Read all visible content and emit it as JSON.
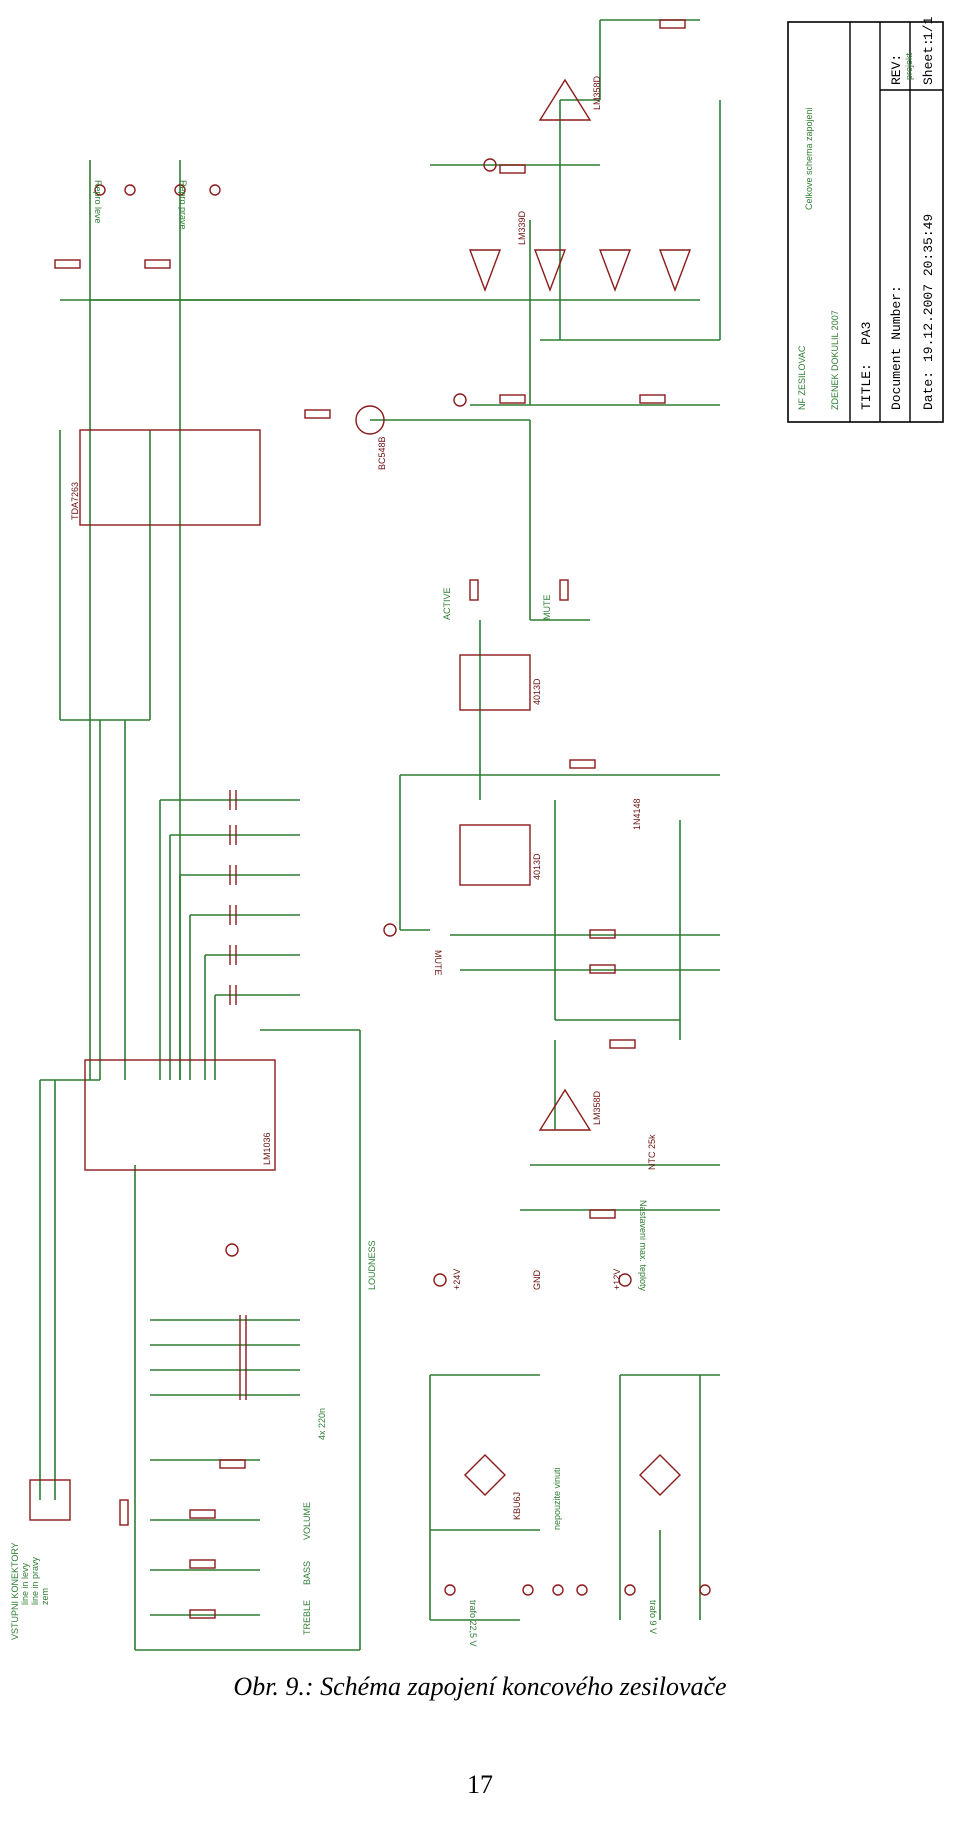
{
  "title_block": {
    "design_name": "NF ZESILOVAC",
    "author": "ZDENEK DOKULIL 2007",
    "sheet_description": "Celkove schema zapojeni",
    "title_label": "TITLE:",
    "title_value": "PA3",
    "doc_number_label": "Document Number:",
    "rev_label": "REV:",
    "rev_value": "projekt",
    "date_label": "Date:",
    "date_value": "19.12.2007 20:35:49",
    "sheet_label": "Sheet:",
    "sheet_value": "1/1"
  },
  "labels": {
    "connectors": "VSTUPNI KONEKTORY",
    "line_left": "line in levy",
    "line_right": "line in pravy",
    "ground_word": "zem",
    "repro_left": "Repro leve",
    "repro_right": "Repro prave",
    "loudness": "LOUDNESS",
    "volume": "VOLUME",
    "bass": "BASS",
    "treble": "TREBLE",
    "mute": "MUTE",
    "active": "ACTIVE",
    "mute_led": "MUTE",
    "not_used": "nepouzite vinuti",
    "trafo1": "trafo 22,5 V",
    "trafo2": "trafo 9 V",
    "setting": "Nastaveni max. teploty",
    "ntc": "NTC 25k",
    "caps_group": "4x 220n",
    "tda": "TDA7263",
    "lm1036": "LM1036",
    "lm358_a": "LM358D",
    "lm358_b": "LM358D",
    "lm339": "LM339D",
    "cd4013_a": "4013D",
    "cd4013_b": "4013D",
    "bc548": "BC548B",
    "kbu": "KBU6J",
    "d1": "1N4148",
    "gnd": "GND",
    "plus24": "+24V",
    "plus12": "+12V"
  },
  "caption": "Obr. 9.: Schéma zapojení koncového zesilovače",
  "page_number": "17"
}
